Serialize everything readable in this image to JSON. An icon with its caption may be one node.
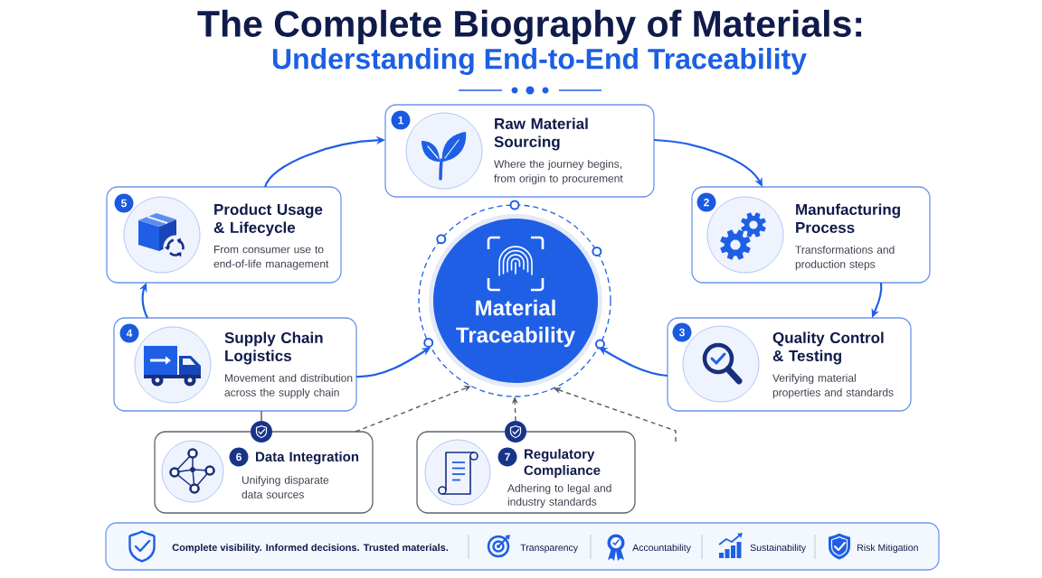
{
  "diagram": {
    "title": "The Complete Biography of Materials:",
    "nodes": [
      {
        "text": [
          "1",
          "Raw Material Sourcing",
          "Where the journey begins, from origin to procurement"
        ]
      },
      {
        "text": [
          "2",
          "Manufacturing Process",
          "Transformations and production steps"
        ]
      },
      {
        "text": [
          "3",
          "Quality Control & Testing",
          "Verifying material properties and standards"
        ]
      },
      {
        "text": [
          "4",
          "Supply Chain Logistics",
          "Movement and distribution across the supply chain"
        ]
      },
      {
        "text": [
          "5",
          "Product Usage & Lifecycle",
          "From consumer use to end-of-life management"
        ]
      },
      {
        "text": [
          "Material Traceability"
        ]
      },
      {
        "text": [
          "6",
          "Data Integration",
          "Unifying disparate data sources"
        ]
      },
      {
        "text": [
          "7",
          "Regulatory Compliance",
          "Adhering to legal and industry standards"
        ]
      },
      {
        "text": [
          "Complete visibility. Informed decisions. Trusted materials.",
          "Transparency",
          "Accountability",
          "Sustainability",
          "Risk Mitigation"
        ]
      }
    ],
    "edges": [
      {
        "from": 4,
        "to": 0,
        "arrow": "to"
      },
      {
        "from": 0,
        "to": 1,
        "arrow": "to"
      },
      {
        "from": 1,
        "to": 2,
        "arrow": "to"
      },
      {
        "from": 2,
        "to": 5,
        "arrow": "to"
      },
      {
        "from": 3,
        "to": 5,
        "arrow": "to"
      },
      {
        "from": 3,
        "to": 4,
        "arrow": "to"
      },
      {
        "from": 6,
        "to": 5,
        "arrow": "to",
        "style": "dashed",
        "color": "#555a63"
      },
      {
        "from": 7,
        "to": 5,
        "arrow": "to",
        "style": "dashed",
        "color": "#555a63"
      },
      {
        "from": null,
        "to": 5,
        "arrow": "to",
        "style": "dashed",
        "color": "#555a63"
      },
      {
        "from": 3,
        "to": 6,
        "arrow": "none",
        "color": "#555a63"
      }
    ],
    "labels": [
      "Understanding End-to-End Traceability"
    ]
  }
}
